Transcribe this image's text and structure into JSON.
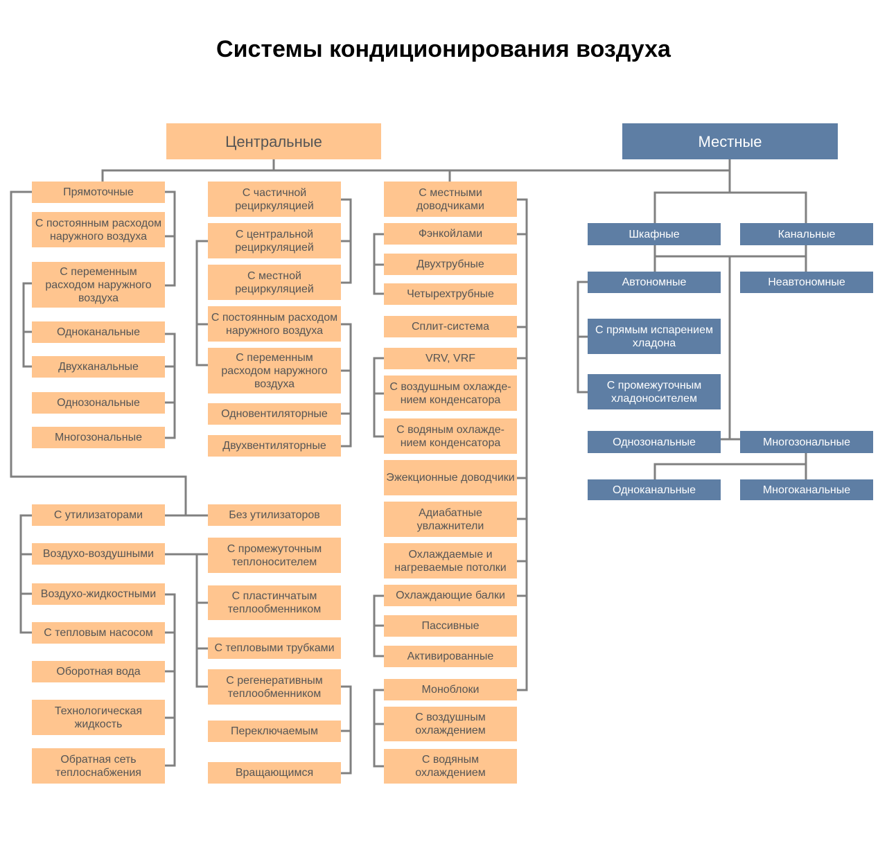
{
  "title": "Системы кондиционирования воздуха",
  "central": {
    "label": "Центральные",
    "col1": [
      "Прямоточные",
      "С постоянным расходом наружного воздуха",
      "С переменным расходом наружного воздуха",
      "Одноканальные",
      "Двухканальные",
      "Однозональные",
      "Многозональные"
    ],
    "col2": [
      "С частичной рециркуляцией",
      "С центральной рециркуляцией",
      "С местной рециркуляцией",
      "С постоянным расходом наружного воздуха",
      "С переменным расходом наружного воздуха",
      "Одновентиляторные",
      "Двухвентиляторные"
    ],
    "col3": [
      "С местными доводчиками",
      "Фэнкойлами",
      "Двухтрубные",
      "Четырехтрубные",
      "Сплит-система",
      "VRV, VRF",
      "С воздушным охлажде-нием конденсатора",
      "С водяным охлажде-нием конденсатора",
      "Эжекционные доводчики",
      "Адиабатные увлажнители",
      "Охлаждаемые и нагреваемые потолки",
      "Охлаждающие балки",
      "Пассивные",
      "Активированные",
      "Моноблоки",
      "С воздушным охлаждением",
      "С водяным охлаждением"
    ],
    "util_left": [
      "С утилизаторами",
      "Воздухо-воздушными",
      "Воздухо-жидкостными",
      "С тепловым насосом",
      "Оборотная вода",
      "Технологическая жидкость",
      "Обратная сеть теплоснабжения"
    ],
    "util_right": [
      "Без утилизаторов",
      "С промежуточным теплоносителем",
      "С пластинчатым теплообменником",
      "С тепловыми трубками",
      "С регенеративным теплообменником",
      "Переключаемым",
      "Вращающимся"
    ]
  },
  "local": {
    "label": "Местные",
    "items": [
      "Шкафные",
      "Канальные",
      "Автономные",
      "Неавтономные",
      "С прямым испарением хладона",
      "С промежуточным хладоносителем",
      "Однозональные",
      "Многозональные",
      "Одноканальные",
      "Многоканальные"
    ]
  },
  "colors": {
    "orange_box": "#ffc58f",
    "blue_box": "#5e7ea4",
    "connector": "#808080"
  }
}
